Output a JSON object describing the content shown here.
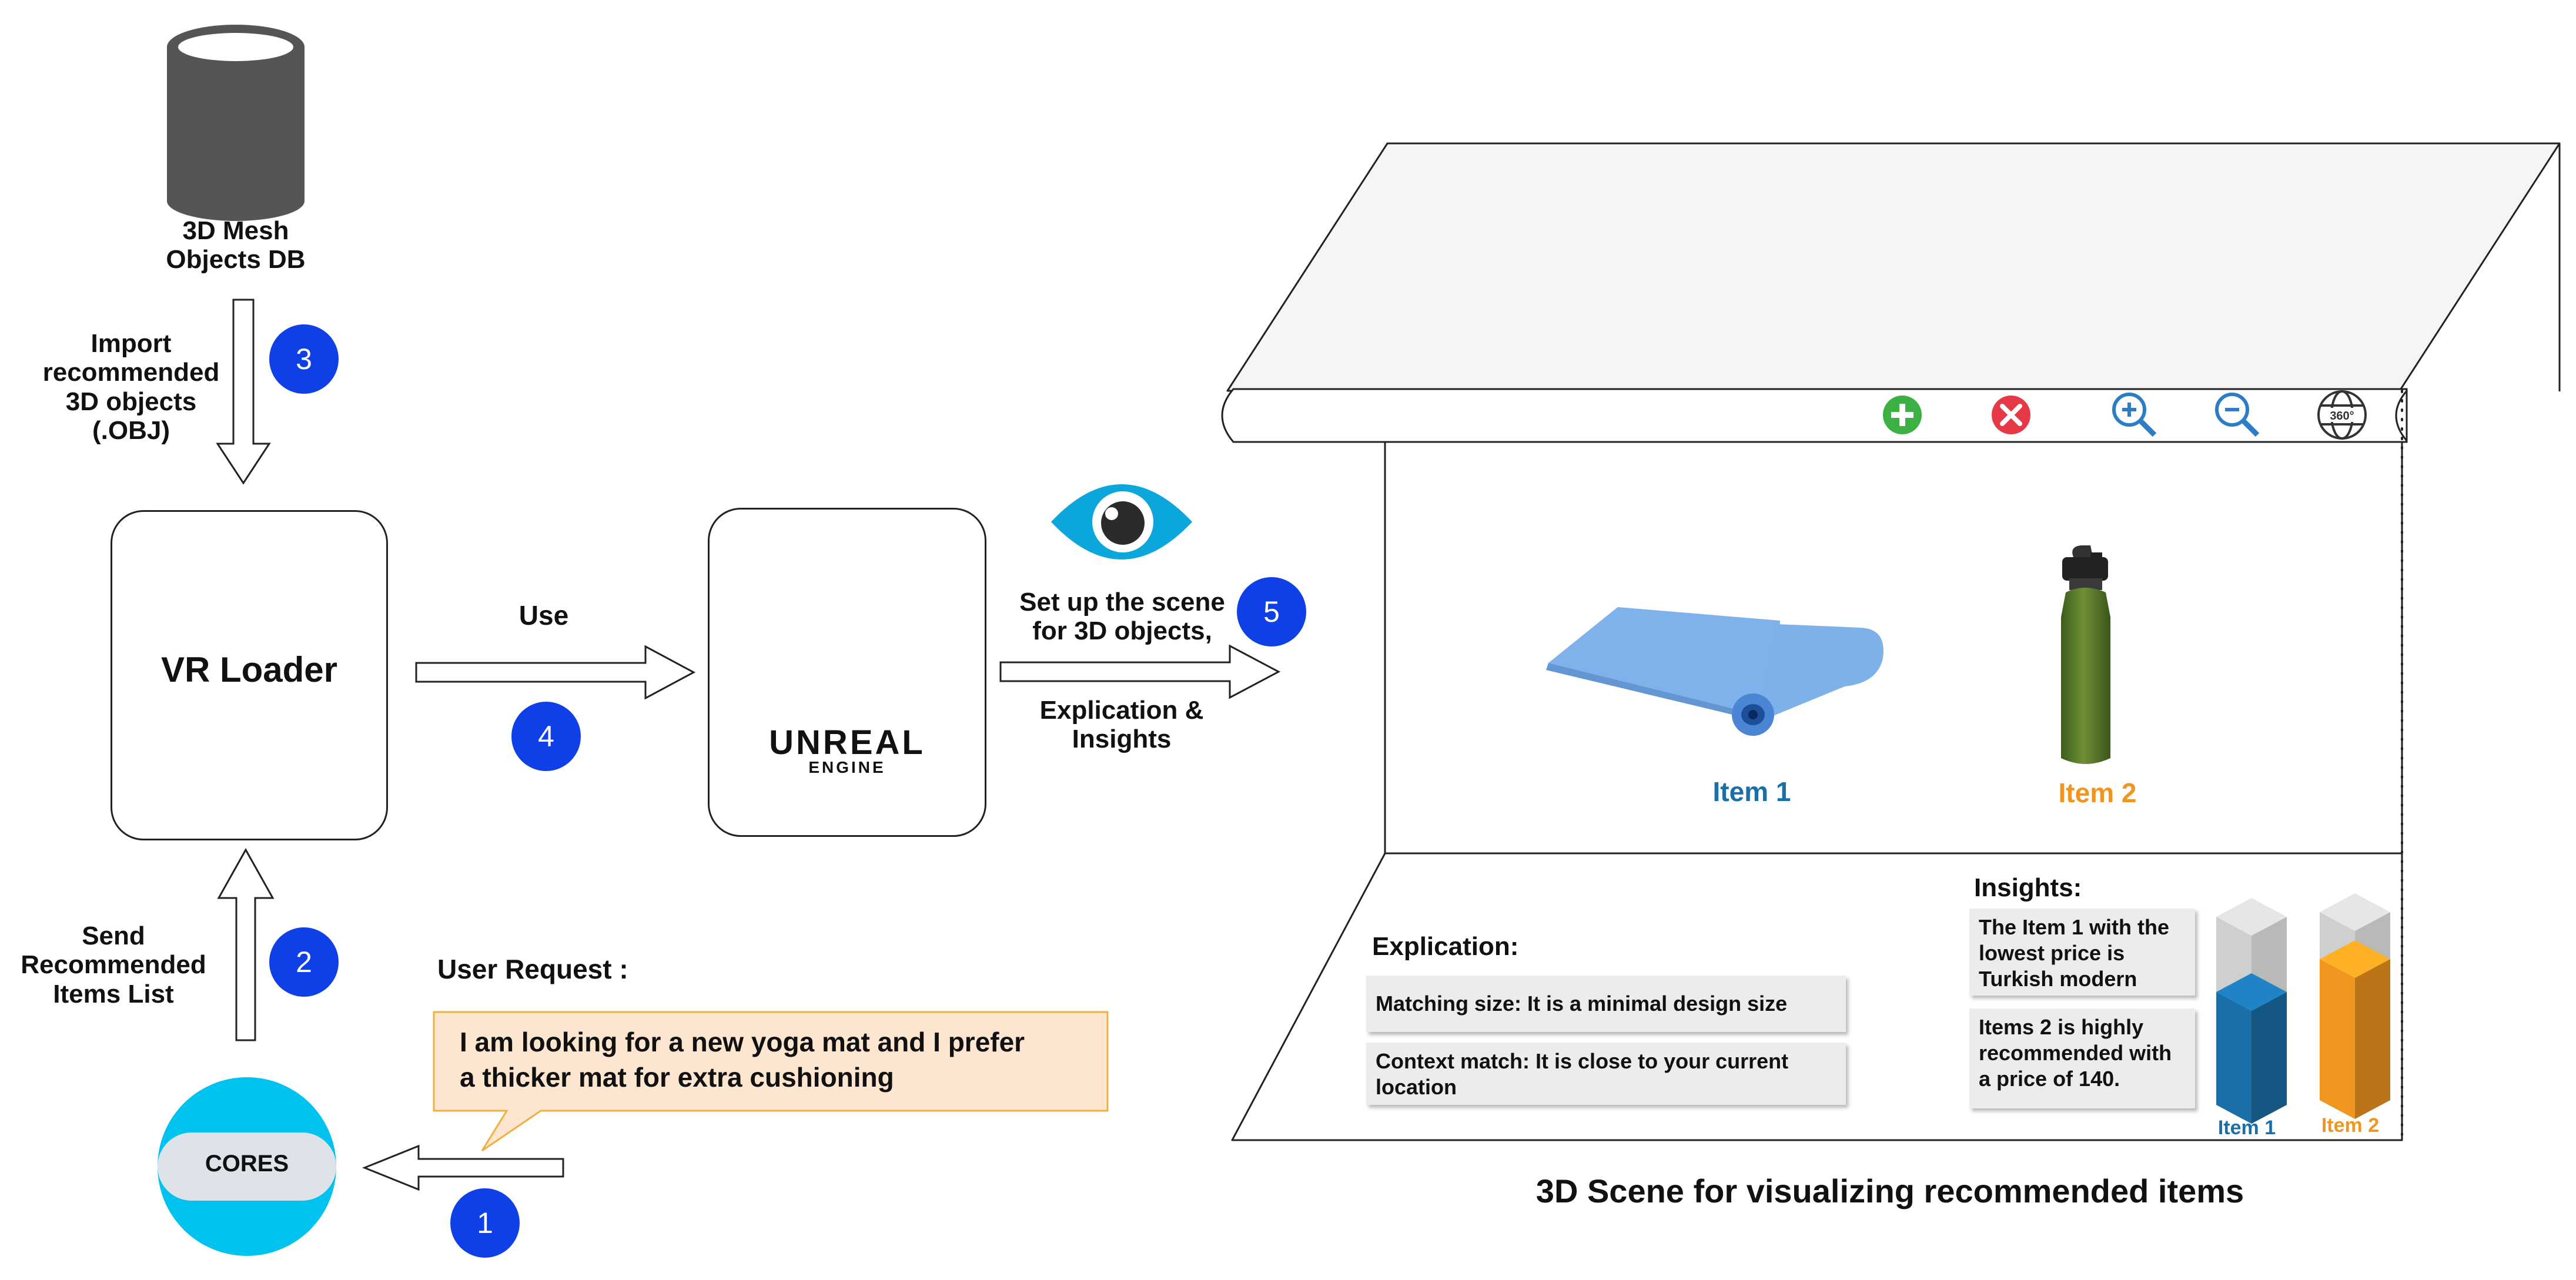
{
  "db": {
    "label": "3D Mesh\nObjects  DB"
  },
  "vr_loader": {
    "label": "VR Loader"
  },
  "unreal": {
    "logo_text": "UNREAL",
    "logo_subtext": "ENGINE"
  },
  "cores": {
    "label": "CORES"
  },
  "steps": [
    {
      "number": "1"
    },
    {
      "number": "2",
      "label": "Send\nRecommended\nItems List"
    },
    {
      "number": "3",
      "label": "Import\nrecommended\n3D objects\n(.OBJ)"
    },
    {
      "number": "4",
      "label": "Use"
    },
    {
      "number": "5",
      "label_top": "Set up the scene\nfor 3D objects,",
      "label_bottom": "Explication &\nInsights"
    }
  ],
  "user_request": {
    "title": "User Request :",
    "text": "I am looking for a new yoga mat and I prefer\na thicker mat for extra cushioning"
  },
  "scene": {
    "caption": "3D Scene for visualizing recommended items",
    "toolbar_icons": [
      "plus-icon",
      "close-icon",
      "zoom-in-icon",
      "zoom-out-icon",
      "rotate-360-icon"
    ],
    "items": [
      {
        "label": "Item 1",
        "color": "#1b6fa8"
      },
      {
        "label": "Item 2",
        "color": "#f0961f"
      }
    ],
    "explication": {
      "title": "Explication:",
      "cards": [
        "Matching size: It is a minimal design size",
        "Context match: It is close to your current\nlocation"
      ]
    },
    "insights": {
      "title": "Insights:",
      "cards": [
        "The Item 1 with the\nlowest price is\nTurkish modern",
        "Items 2 is highly\nrecommended with\na price of 140."
      ],
      "bars": [
        {
          "label": "Item 1",
          "fraction": 0.6,
          "color": "#1b6fa8"
        },
        {
          "label": "Item 2",
          "fraction": 0.75,
          "color": "#f0961f"
        }
      ]
    }
  },
  "colors": {
    "badge": "#0f3fe6",
    "cores": "#00c2ef",
    "eye": "#0aa6dc",
    "bubble_fill": "#fde6cf",
    "bubble_border": "#f0b041"
  }
}
